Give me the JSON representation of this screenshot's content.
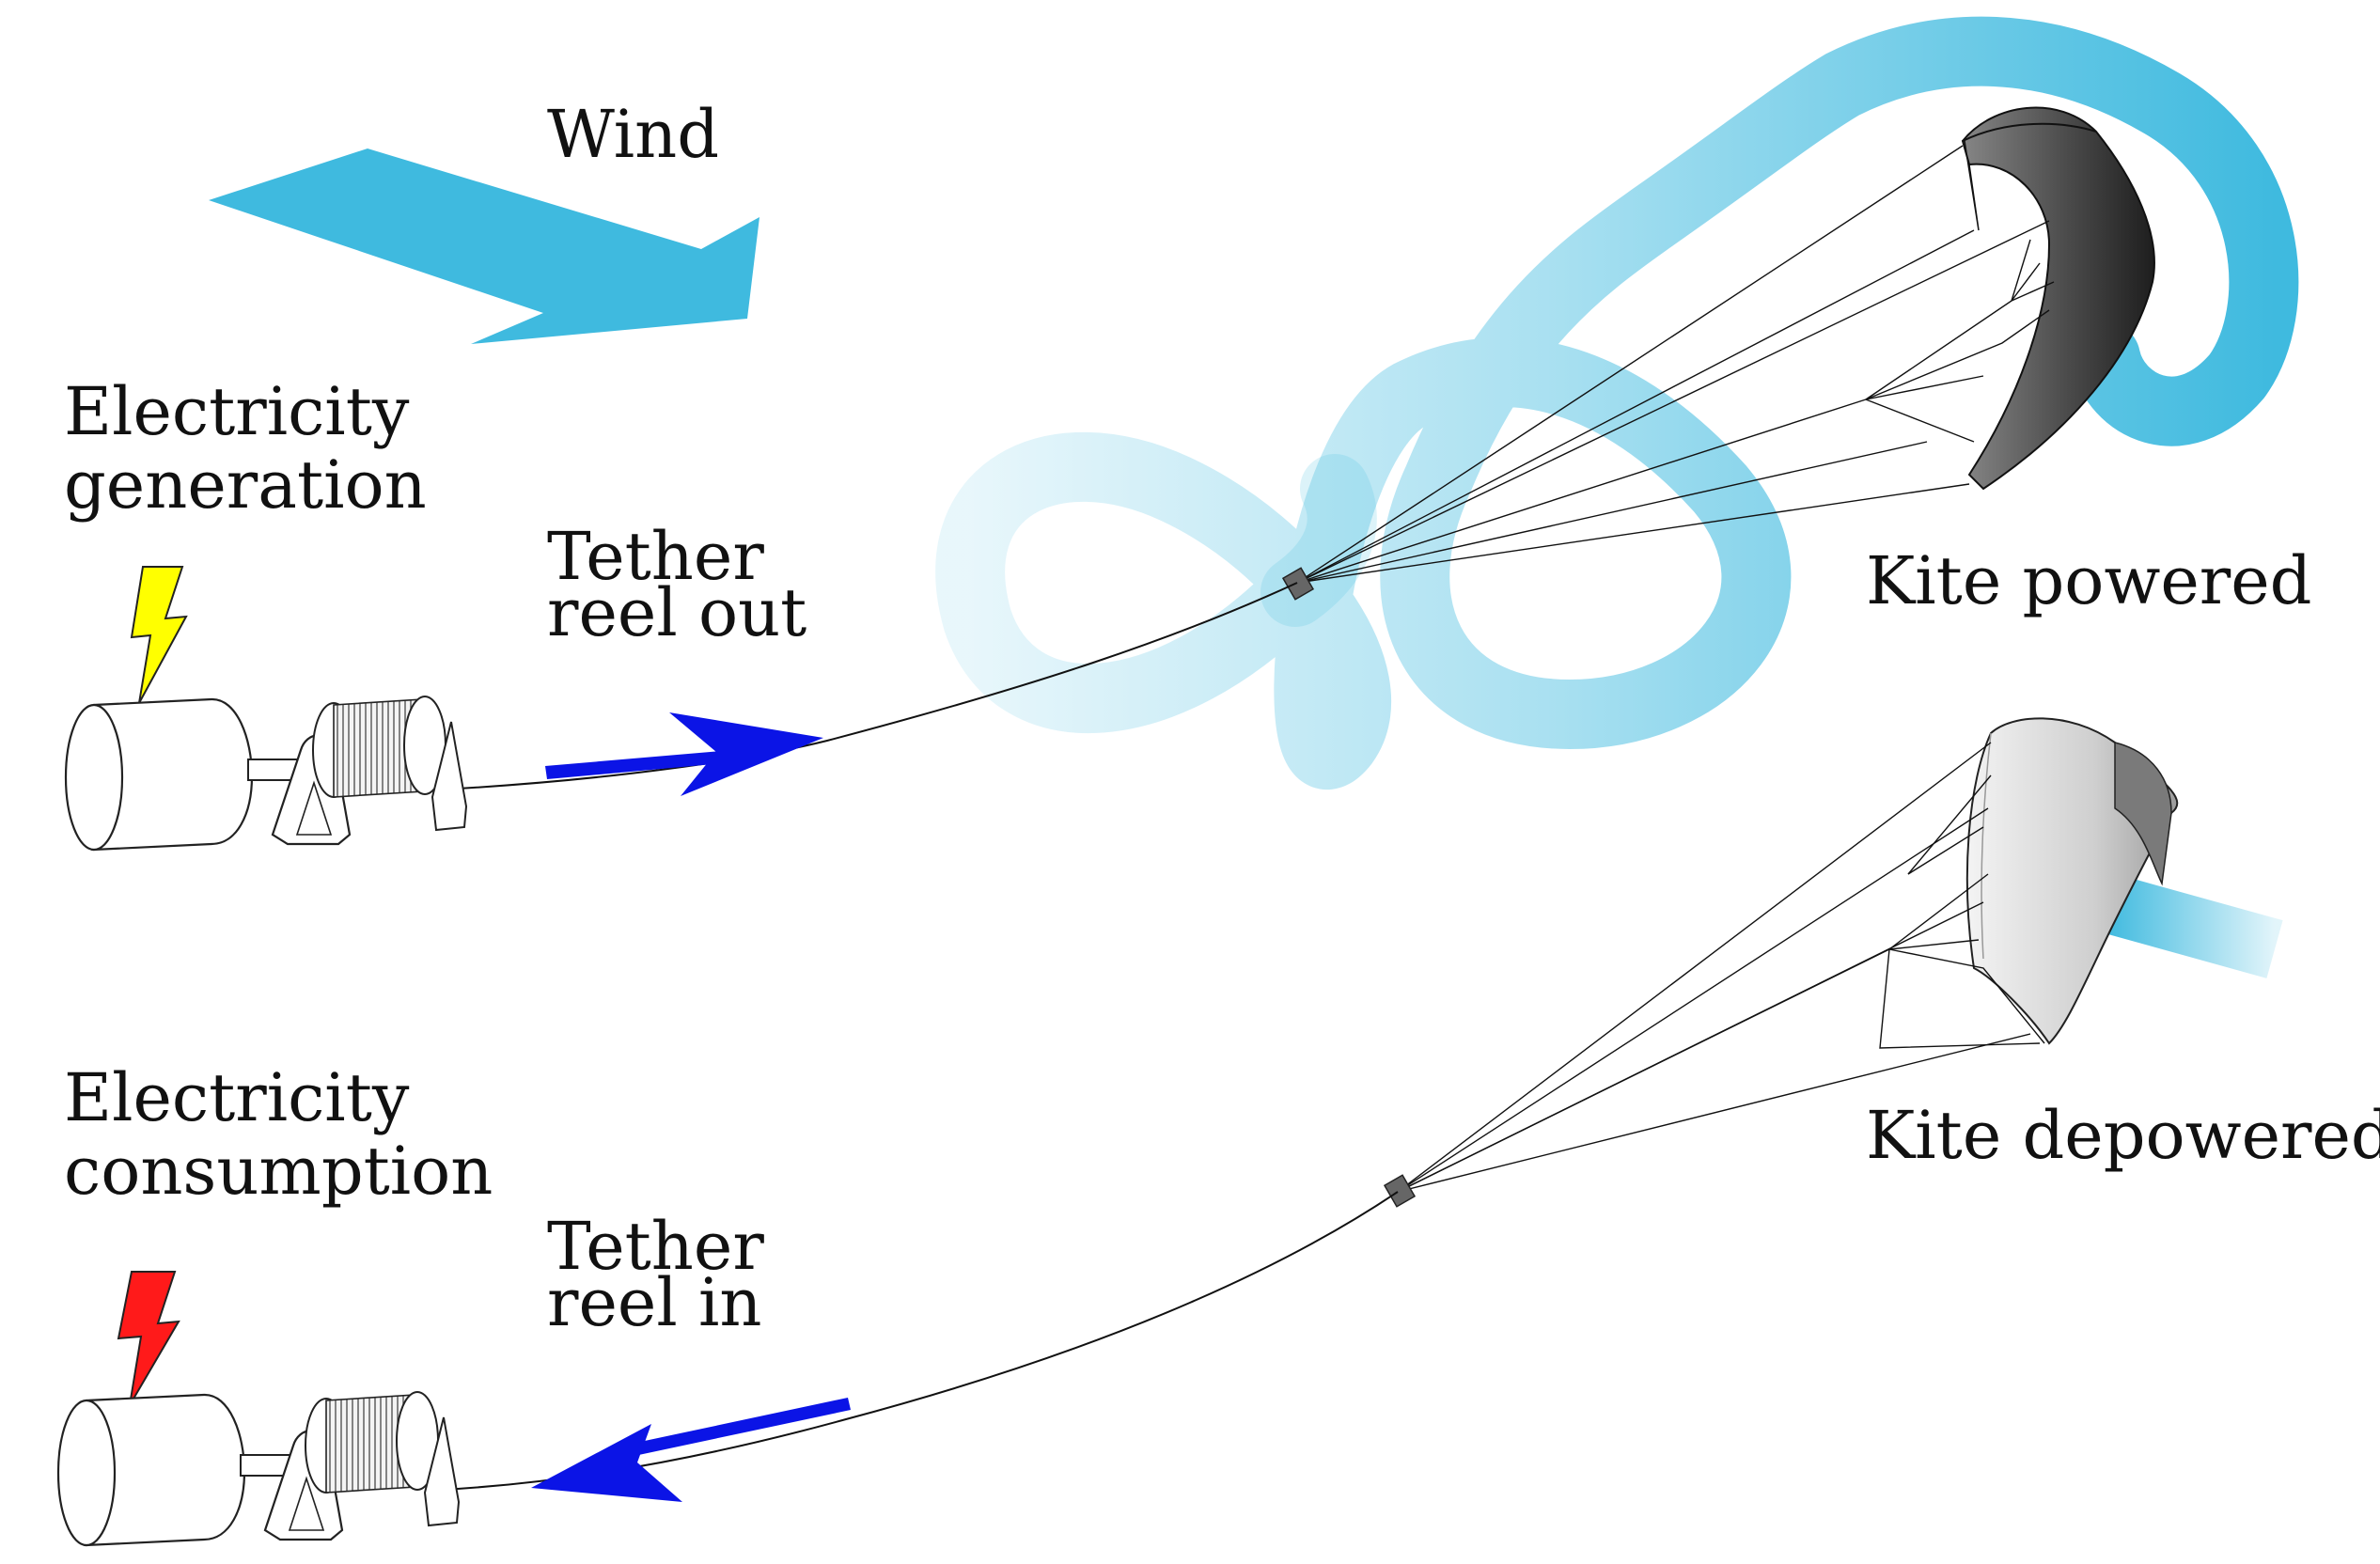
{
  "labels": {
    "wind": "Wind",
    "generation_line1": "Electricity",
    "generation_line2": "generation",
    "reel_out_line1": "Tether",
    "reel_out_line2": "reel out",
    "kite_powered": "Kite powered",
    "consumption_line1": "Electricity",
    "consumption_line2": "consumption",
    "reel_in_line1": "Tether",
    "reel_in_line2": "reel in",
    "kite_depowered": "Kite depowered"
  },
  "colors": {
    "wind_arrow": "#3fbadf",
    "flight_path": "#3fbadf",
    "tether_arrow": "#0b14e6",
    "bolt_generation": "#ffff00",
    "bolt_consumption": "#ff1a1a",
    "kite_powered": "#2a2a2a",
    "kite_depowered": "#d8d8d8"
  },
  "icons": {
    "generation": "lightning-bolt-icon",
    "consumption": "lightning-bolt-icon",
    "ground_station": "winch-generator-icon"
  }
}
